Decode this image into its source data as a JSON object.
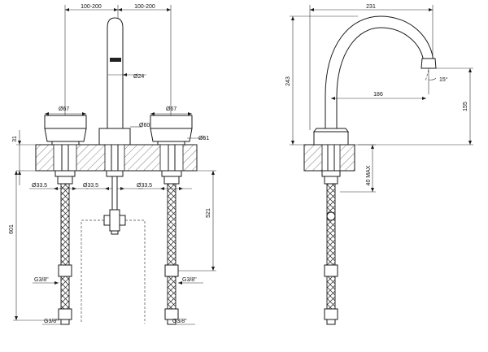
{
  "labels": {
    "span_left": "100-200",
    "span_right": "100-200",
    "dia_spout": "Ø24",
    "dia_handle_left": "Ø67",
    "dia_handle_right": "Ø67",
    "dia_base": "Ø60",
    "dia_deck": "Ø51",
    "deck_thickness": "31",
    "dia_hole_left": "Ø33.5",
    "dia_hole_center": "Ø33.5",
    "dia_hole_right": "Ø33.5",
    "height_total": "601",
    "height_hose": "521",
    "thread_left_upper": "G3/8\"",
    "thread_right_upper": "G3/8\"",
    "thread_left_lower": "G3/8\"",
    "thread_right_lower": "G3/8\"",
    "side_reach_total": "231",
    "side_height": "243",
    "side_reach": "186",
    "side_angle": "15°",
    "side_outlet_height": "155",
    "side_max_deck": "40 MAX"
  }
}
